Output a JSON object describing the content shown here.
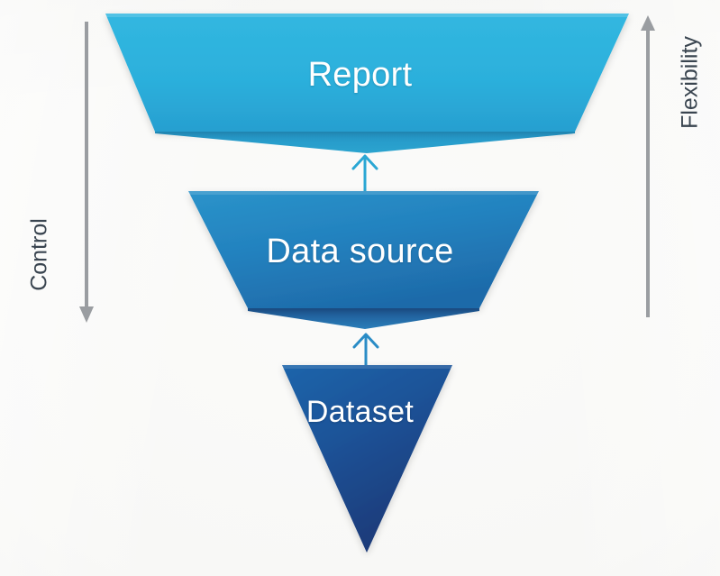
{
  "diagram": {
    "title_hidden": "",
    "background_color": "#f7f7f5",
    "stages": [
      {
        "id": "report",
        "label": "Report",
        "icon": "trapezoid-shape",
        "fill_top": "#2fb4de",
        "fill_bottom": "#28a9d6",
        "shadow_color": "#1f8fc0",
        "level": 1
      },
      {
        "id": "data-source",
        "label": "Data source",
        "icon": "trapezoid-shape",
        "fill_top": "#2389c4",
        "fill_bottom": "#1f6fae",
        "shadow_color": "#1b4f8e",
        "level": 2
      },
      {
        "id": "dataset",
        "label": "Dataset",
        "icon": "triangle-shape",
        "fill_top": "#1d60a6",
        "fill_bottom": "#1b3a78",
        "shadow_color": "#17306a",
        "level": 3
      }
    ],
    "connectors": [
      {
        "id": "dataset-to-data-source",
        "icon": "up-arrow-icon",
        "color": "#2a8cc6"
      },
      {
        "id": "data-source-to-report",
        "icon": "up-arrow-icon",
        "color": "#2aa7d4"
      }
    ],
    "axes": {
      "left": {
        "label": "Control",
        "icon": "down-arrow-icon",
        "direction": "down",
        "color": "#9a9da1",
        "text_color": "#3a4550"
      },
      "right": {
        "label": "Flexibility",
        "icon": "up-arrow-icon",
        "direction": "up",
        "color": "#9a9da1",
        "text_color": "#3a4550"
      }
    }
  }
}
